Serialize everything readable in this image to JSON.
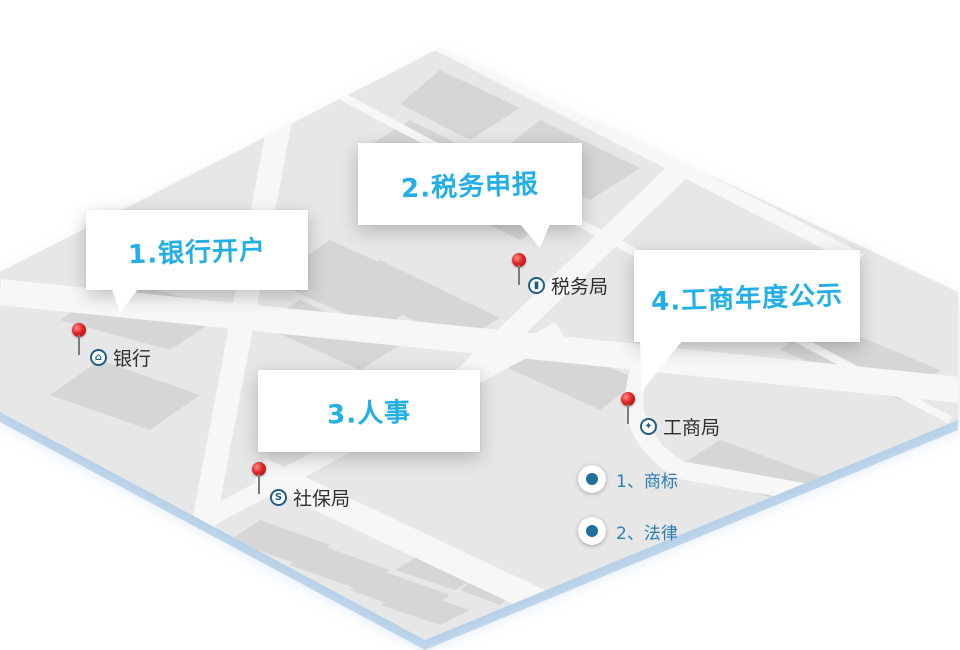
{
  "callouts": [
    {
      "id": "bank-account",
      "text": "1.银行开户"
    },
    {
      "id": "tax-filing",
      "text": "2.税务申报"
    },
    {
      "id": "hr",
      "text": "3.人事"
    },
    {
      "id": "business-annual",
      "text": "4.工商年度公示"
    }
  ],
  "places": [
    {
      "id": "bank",
      "label": "银行",
      "icon": "bank-icon"
    },
    {
      "id": "tax-bureau",
      "label": "税务局",
      "icon": "chart-icon"
    },
    {
      "id": "social-security",
      "label": "社保局",
      "icon": "social-security-icon"
    },
    {
      "id": "business-bureau",
      "label": "工商局",
      "icon": "business-icon"
    }
  ],
  "sub_items": [
    {
      "label": "1、商标"
    },
    {
      "label": "2、法律"
    }
  ],
  "colors": {
    "callout_text": "#22aee6",
    "pin": "#e02424",
    "map_ground": "#e7e7e7",
    "road": "#f6f6f6",
    "block": "#d5d5d5",
    "map_edge": "#c7dcef",
    "sub_item_text": "#2c7fb0"
  }
}
